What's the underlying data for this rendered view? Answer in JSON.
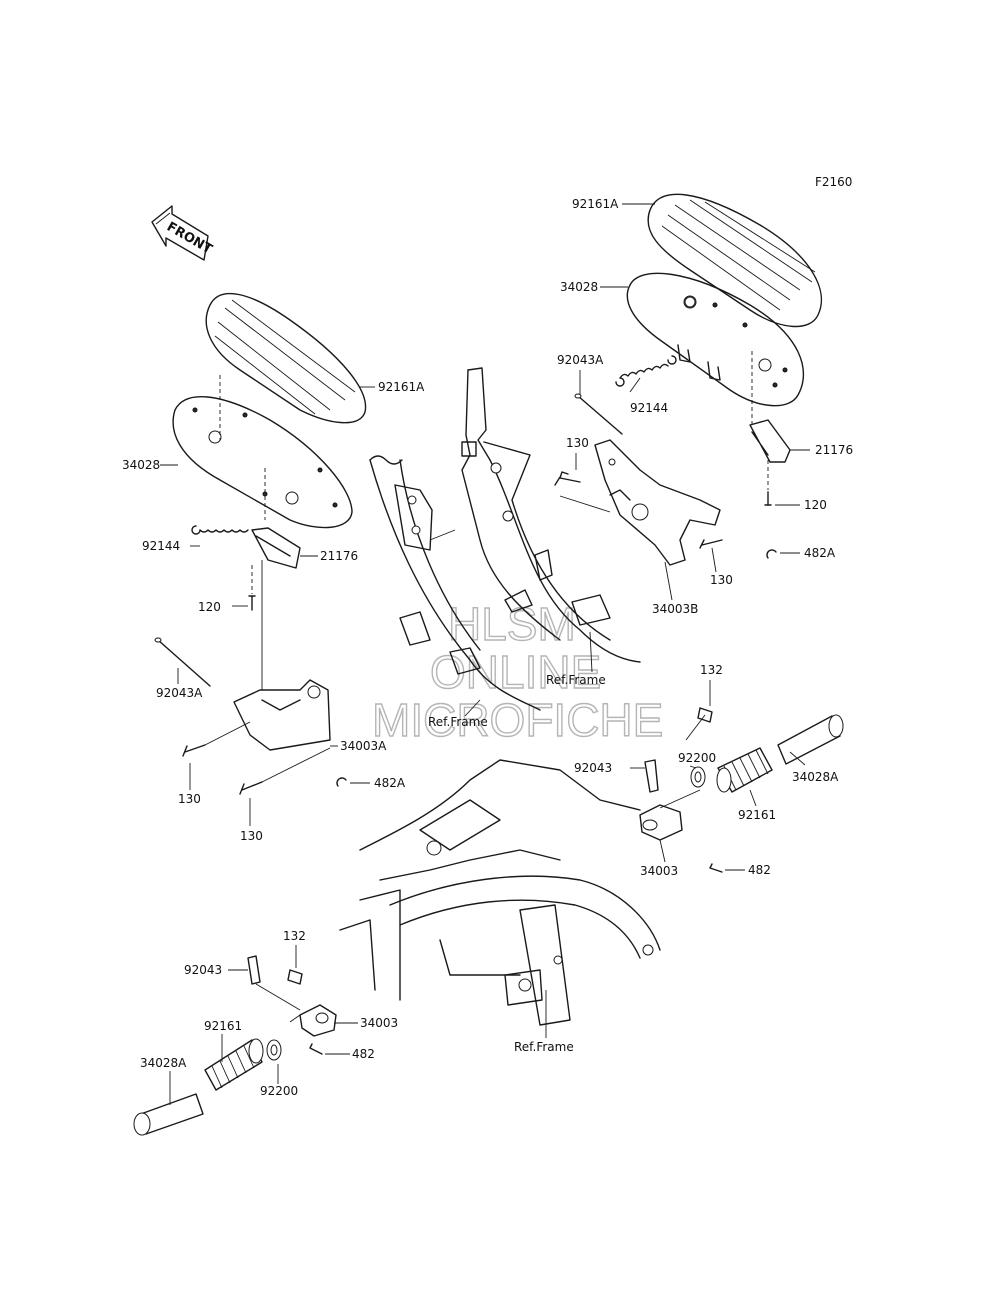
{
  "diagram_code": "F2160",
  "front_arrow_label": "FRONT",
  "watermark": {
    "line1": "HLSM",
    "line2": "ONLINE",
    "line3": "MICROFICHE"
  },
  "callouts": {
    "c_92161A_right": "92161A",
    "c_34028_right": "34028",
    "c_92043A_right": "92043A",
    "c_92144_right": "92144",
    "c_21176_right": "21176",
    "c_130_right_top": "130",
    "c_120_right": "120",
    "c_482A_right": "482A",
    "c_130_right_bottom": "130",
    "c_34003B": "34003B",
    "c_92161A_left": "92161A",
    "c_34028_left": "34028",
    "c_92144_left": "92144",
    "c_21176_left": "21176",
    "c_120_left": "120",
    "c_92043A_left": "92043A",
    "c_34003A": "34003A",
    "c_130_left_a": "130",
    "c_482A_left": "482A",
    "c_130_left_b": "130",
    "c_ref_frame_1": "Ref.Frame",
    "c_ref_frame_2": "Ref.Frame",
    "c_ref_frame_3": "Ref.Frame",
    "c_132_right": "132",
    "c_92200_right": "92200",
    "c_92043_right": "92043",
    "c_34028A_right": "34028A",
    "c_92161_right": "92161",
    "c_34003_right": "34003",
    "c_482_right": "482",
    "c_132_left": "132",
    "c_92043_left": "92043",
    "c_34003_left": "34003",
    "c_92161_left": "92161",
    "c_482_left": "482",
    "c_34028A_left": "34028A",
    "c_92200_left": "92200"
  }
}
